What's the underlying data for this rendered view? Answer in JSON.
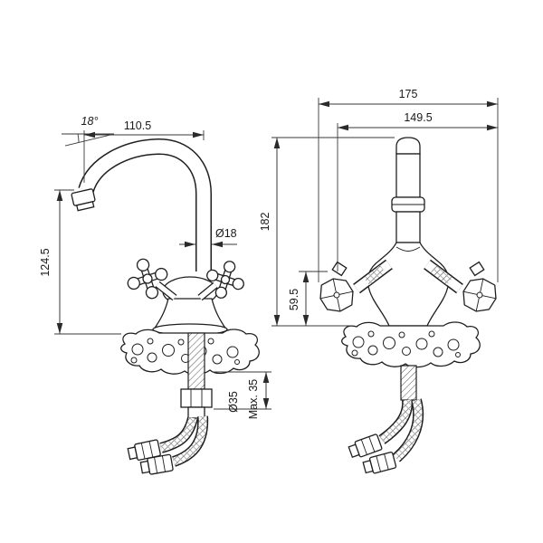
{
  "page": {
    "background": "#ffffff",
    "line_color": "#1f1f1f",
    "dim_color": "#3a3a3a",
    "description": "faucet-technical-drawing-two-views"
  },
  "drawing": {
    "left_view": {
      "spout_angle": "18°",
      "spout_reach": "110.5",
      "spout_diameter": "Ø18",
      "spout_height": "124.5",
      "hole_diameter": "Ø35",
      "max_deck_thickness": "Max. 35"
    },
    "right_view": {
      "overall_width": "175",
      "handle_span": "149.5",
      "overall_height": "182",
      "handle_height": "59.5"
    }
  }
}
